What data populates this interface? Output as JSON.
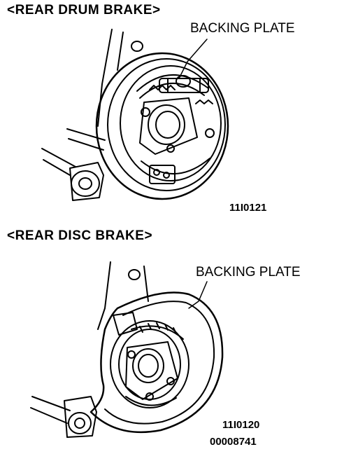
{
  "drum": {
    "heading": "<REAR DRUM BRAKE>",
    "callout": "BACKING PLATE",
    "code": "11I0121"
  },
  "disc": {
    "heading": "<REAR DISC BRAKE>",
    "callout": "BACKING PLATE",
    "code": "11I0120",
    "doc_number": "00008741"
  }
}
